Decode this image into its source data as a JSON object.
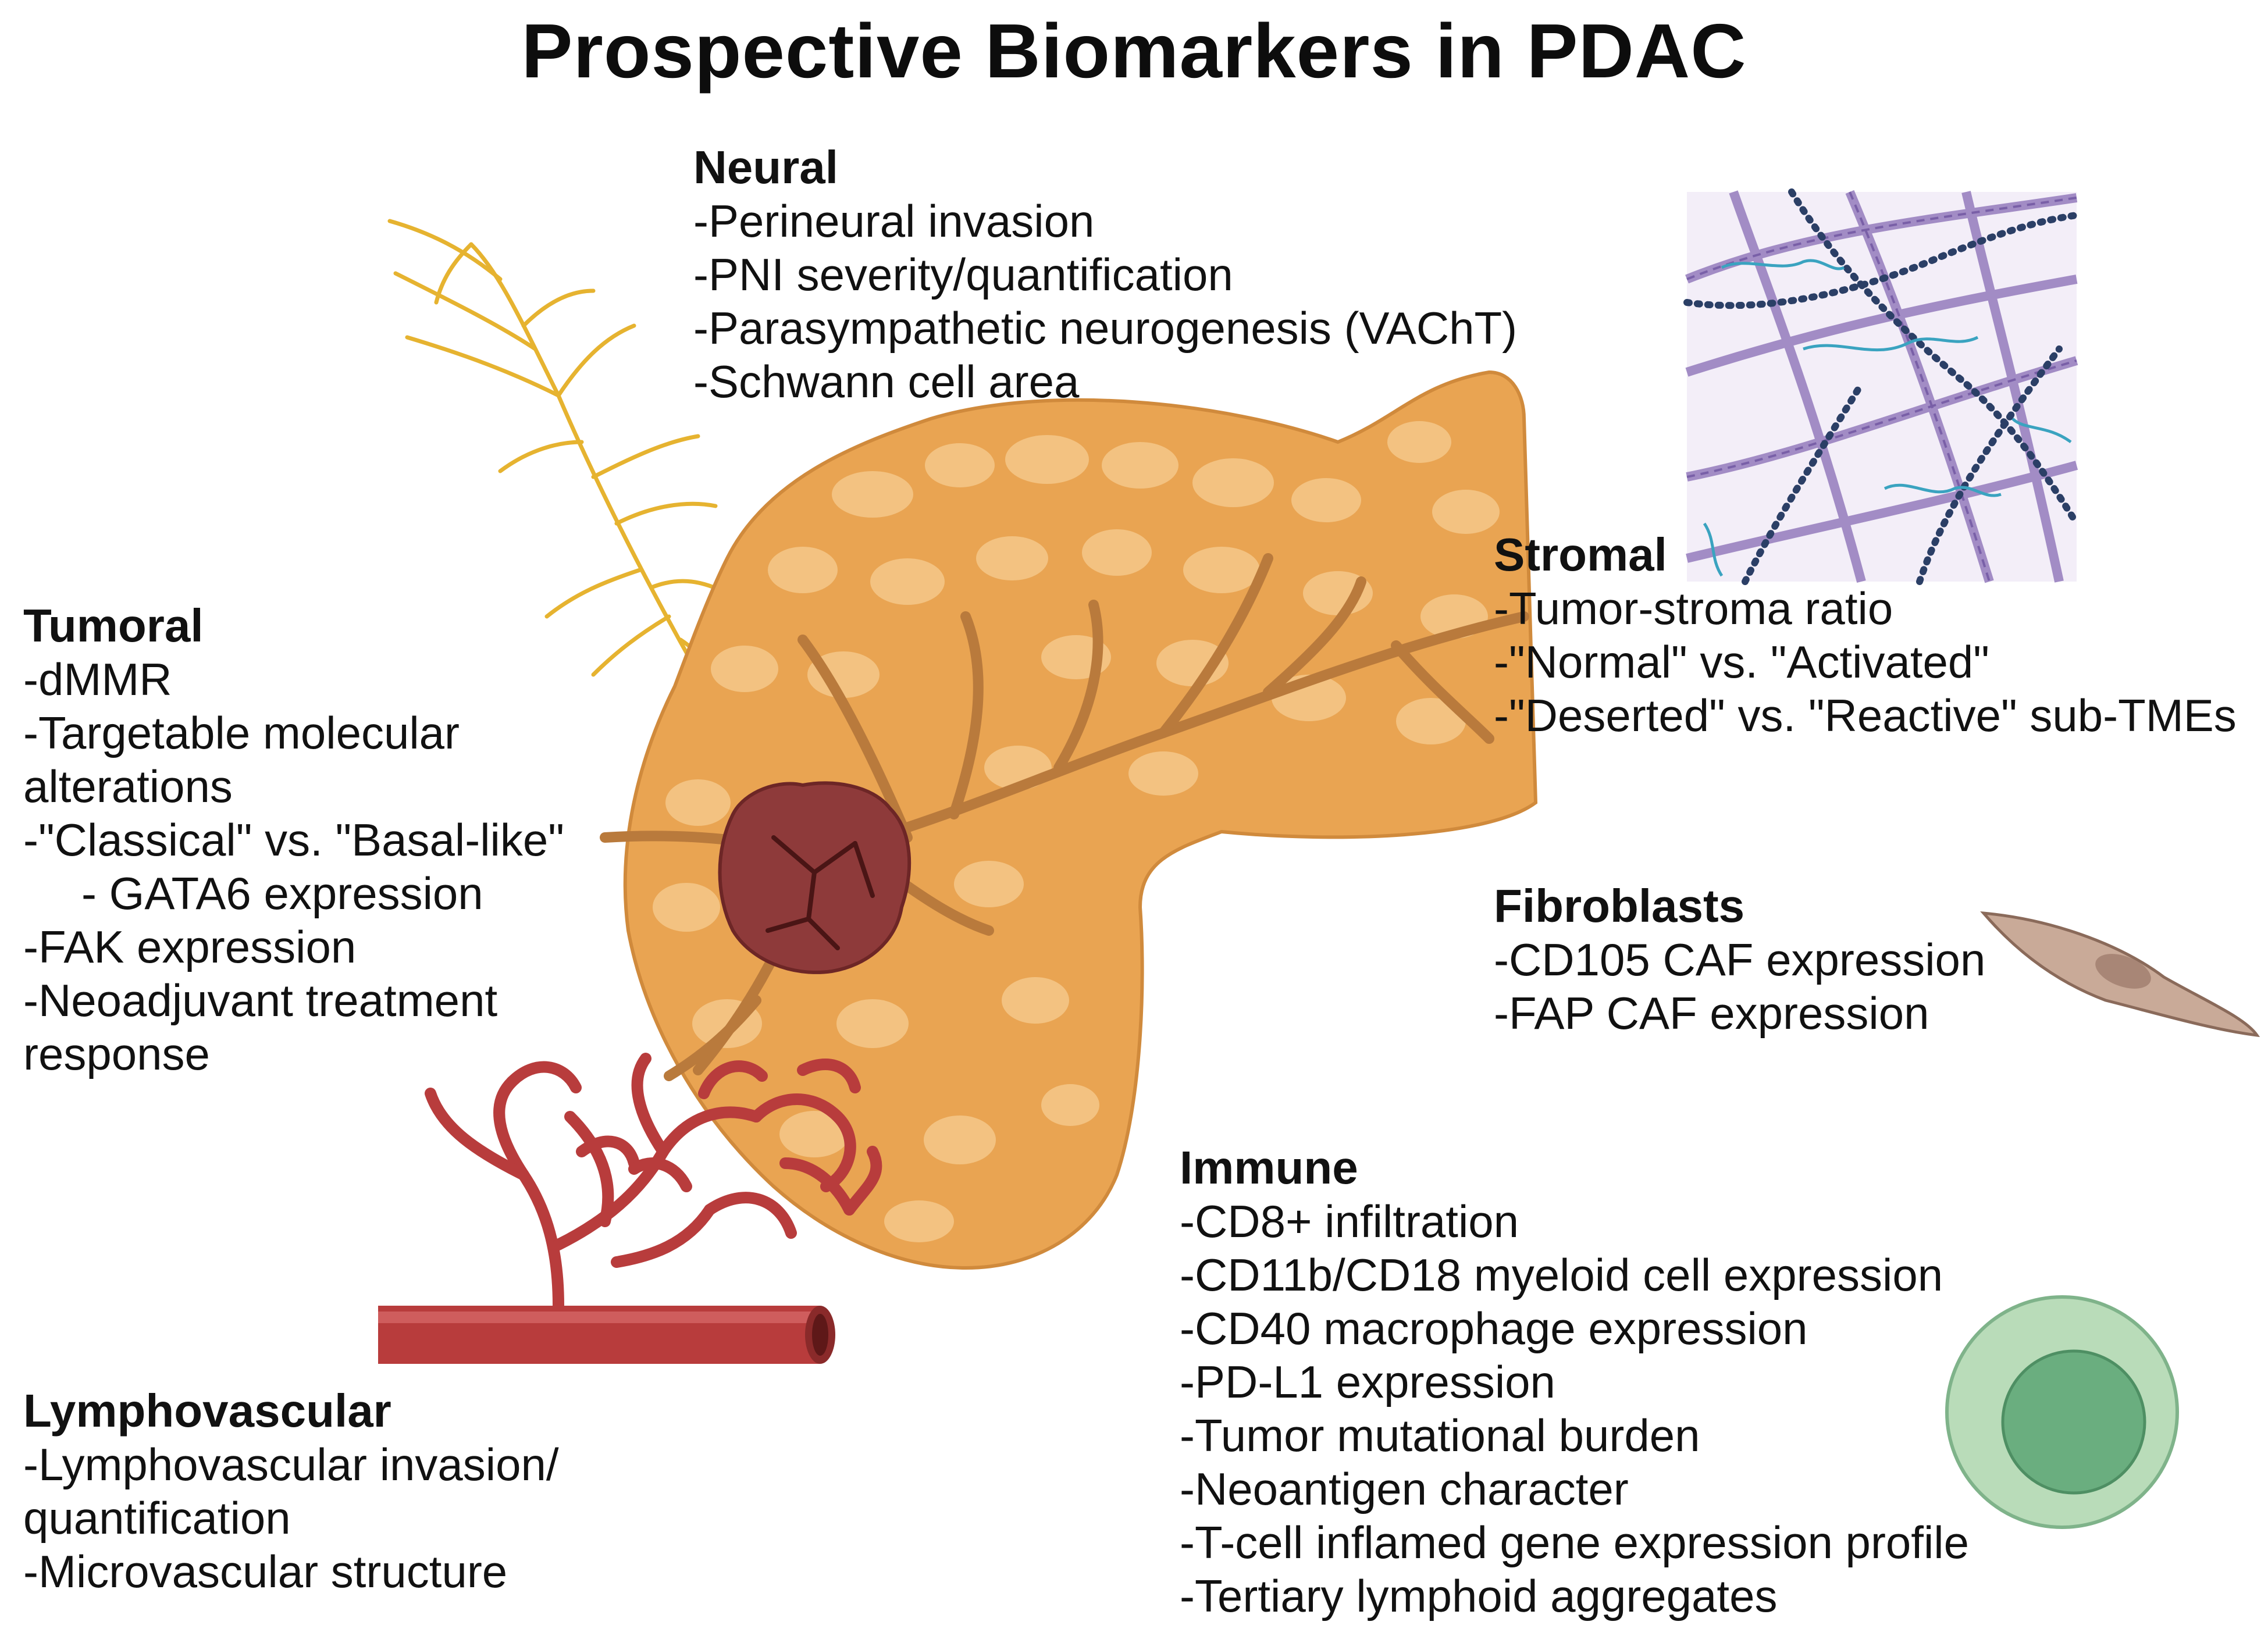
{
  "title": "Prospective Biomarkers in PDAC",
  "sections": {
    "neural": {
      "heading": "Neural",
      "items": [
        "-Perineural invasion",
        "-PNI severity/quantification",
        "-Parasympathetic neurogenesis (VAChT)",
        "-Schwann cell area"
      ]
    },
    "tumoral": {
      "heading": "Tumoral",
      "items": [
        "-dMMR",
        "-Targetable molecular",
        "alterations",
        "-\"Classical\" vs. \"Basal-like\"",
        "- GATA6 expression",
        "-FAK expression",
        "-Neoadjuvant treatment",
        "response"
      ]
    },
    "stromal": {
      "heading": "Stromal",
      "items": [
        "-Tumor-stroma ratio",
        "-\"Normal\" vs. \"Activated\"",
        "-\"Deserted\" vs. \"Reactive\" sub-TMEs"
      ]
    },
    "fibroblasts": {
      "heading": "Fibroblasts",
      "items": [
        "-CD105 CAF expression",
        "-FAP CAF expression"
      ]
    },
    "immune": {
      "heading": "Immune",
      "items": [
        "-CD8+ infiltration",
        "-CD11b/CD18 myeloid cell expression",
        "-CD40 macrophage expression",
        "-PD-L1 expression",
        "-Tumor mutational burden",
        "-Neoantigen character",
        "-T-cell inflamed gene expression profile",
        "-Tertiary lymphoid aggregates"
      ]
    },
    "lymphovascular": {
      "heading": "Lymphovascular",
      "items": [
        "-Lymphovascular invasion/",
        "quantification",
        "-Microvascular structure"
      ]
    }
  },
  "colors": {
    "pancreas": "#e9a452",
    "pancreas_lobule": "#f5c88a",
    "duct": "#b97a3c",
    "tumor": "#8e3a3a",
    "nerve": "#e6b330",
    "vessel": "#b83c3c",
    "fibroblast": "#c9aa98",
    "immune_outer": "#b9dcb9",
    "immune_inner": "#6aae7f",
    "stroma_bg": "#f3eef8",
    "collagen": "#9a82c0",
    "fiber_dark": "#2b3f66",
    "fiber_cyan": "#3aa3c0"
  },
  "icons": [
    "pancreas-illustration",
    "nerve-icon",
    "tumor-mass-icon",
    "blood-vessel-icon",
    "stroma-matrix-icon",
    "fibroblast-icon",
    "immune-cell-icon"
  ]
}
